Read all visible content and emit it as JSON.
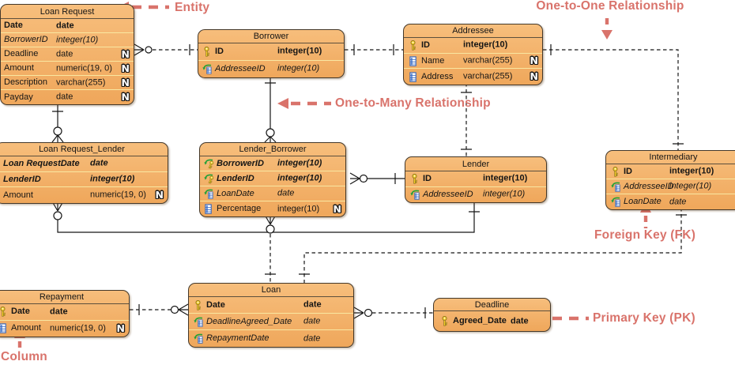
{
  "diagram": {
    "kind": "entity-relationship-diagram"
  },
  "tables": [
    {
      "id": "loan-request",
      "title": "Loan Request",
      "rows": [
        {
          "icon": null,
          "name": "Date",
          "type": "date",
          "style": "bold",
          "nullable": false
        },
        {
          "icon": null,
          "name": "BorrowerID",
          "type": "integer(10)",
          "style": "italic",
          "nullable": false
        },
        {
          "icon": null,
          "name": "Deadline",
          "type": "date",
          "style": "normal",
          "nullable": true
        },
        {
          "icon": null,
          "name": "Amount",
          "type": "numeric(19, 0)",
          "style": "normal",
          "nullable": true
        },
        {
          "icon": null,
          "name": "Description",
          "type": "varchar(255)",
          "style": "normal",
          "nullable": true
        },
        {
          "icon": null,
          "name": "Payday",
          "type": "date",
          "style": "normal",
          "nullable": true
        }
      ]
    },
    {
      "id": "borrower",
      "title": "Borrower",
      "rows": [
        {
          "icon": "pk",
          "name": "ID",
          "type": "integer(10)",
          "style": "bold",
          "nullable": false
        },
        {
          "icon": "fk",
          "name": "AddresseeID",
          "type": "integer(10)",
          "style": "italic",
          "nullable": false
        }
      ]
    },
    {
      "id": "addressee",
      "title": "Addressee",
      "rows": [
        {
          "icon": "pk",
          "name": "ID",
          "type": "integer(10)",
          "style": "bold",
          "nullable": false
        },
        {
          "icon": "col",
          "name": "Name",
          "type": "varchar(255)",
          "style": "normal",
          "nullable": true
        },
        {
          "icon": "col",
          "name": "Address",
          "type": "varchar(255)",
          "style": "normal",
          "nullable": true
        }
      ]
    },
    {
      "id": "loan-request-lender",
      "title": "Loan Request_Lender",
      "rows": [
        {
          "icon": null,
          "name": "Loan RequestDate",
          "type": "date",
          "style": "bolditalic",
          "nullable": false
        },
        {
          "icon": null,
          "name": "LenderID",
          "type": "integer(10)",
          "style": "bolditalic",
          "nullable": false
        },
        {
          "icon": null,
          "name": "Amount",
          "type": "numeric(19, 0)",
          "style": "normal",
          "nullable": true
        }
      ]
    },
    {
      "id": "lender-borrower",
      "title": "Lender_Borrower",
      "rows": [
        {
          "icon": "pkfk",
          "name": "BorrowerID",
          "type": "integer(10)",
          "style": "bolditalic",
          "nullable": false
        },
        {
          "icon": "pkfk",
          "name": "LenderID",
          "type": "integer(10)",
          "style": "bolditalic",
          "nullable": false
        },
        {
          "icon": "fk",
          "name": "LoanDate",
          "type": "date",
          "style": "italic",
          "nullable": false
        },
        {
          "icon": "col",
          "name": "Percentage",
          "type": "integer(10)",
          "style": "normal",
          "nullable": true
        }
      ]
    },
    {
      "id": "lender",
      "title": "Lender",
      "rows": [
        {
          "icon": "pk",
          "name": "ID",
          "type": "integer(10)",
          "style": "bold",
          "nullable": false
        },
        {
          "icon": "fk",
          "name": "AddresseeID",
          "type": "integer(10)",
          "style": "italic",
          "nullable": false
        }
      ]
    },
    {
      "id": "intermediary",
      "title": "Intermediary",
      "rows": [
        {
          "icon": "pk",
          "name": "ID",
          "type": "integer(10)",
          "style": "bold",
          "nullable": false
        },
        {
          "icon": "fk",
          "name": "AddresseeID",
          "type": "integer(10)",
          "style": "italic",
          "nullable": false
        },
        {
          "icon": "fk",
          "name": "LoanDate",
          "type": "date",
          "style": "italic",
          "nullable": false
        }
      ]
    },
    {
      "id": "repayment",
      "title": "Repayment",
      "rows": [
        {
          "icon": "pk",
          "name": "Date",
          "type": "date",
          "style": "bold",
          "nullable": false
        },
        {
          "icon": "col",
          "name": "Amount",
          "type": "numeric(19, 0)",
          "style": "normal",
          "nullable": true
        }
      ]
    },
    {
      "id": "loan",
      "title": "Loan",
      "rows": [
        {
          "icon": "pk",
          "name": "Date",
          "type": "date",
          "style": "bold",
          "nullable": false
        },
        {
          "icon": "fk",
          "name": "DeadlineAgreed_Date",
          "type": "date",
          "style": "italic",
          "nullable": false
        },
        {
          "icon": "fk",
          "name": "RepaymentDate",
          "type": "date",
          "style": "italic",
          "nullable": false
        }
      ]
    },
    {
      "id": "deadline",
      "title": "Deadline",
      "rows": [
        {
          "icon": "pk",
          "name": "Agreed_Date",
          "type": "date",
          "style": "bold",
          "nullable": false
        }
      ]
    }
  ],
  "annotations": [
    {
      "id": "entity",
      "label": "Entity"
    },
    {
      "id": "one-to-one",
      "label": "One-to-One Relationship"
    },
    {
      "id": "one-to-many",
      "label": "One-to-Many Relationship"
    },
    {
      "id": "foreign-key",
      "label": "Foreign Key (FK)"
    },
    {
      "id": "primary-key",
      "label": "Primary Key (PK)"
    },
    {
      "id": "column",
      "label": "Column"
    }
  ],
  "legend": {
    "nullable_marker": "N",
    "icon_names": {
      "pk": "primary-key-icon",
      "fk": "foreign-key-icon",
      "pkfk": "primary-and-foreign-key-icon",
      "col": "column-icon",
      "nullable": "nullable-icon"
    }
  },
  "colors": {
    "table_fill_top": "#F7BE7C",
    "table_fill_bottom": "#EFA75B",
    "table_border": "#44382A",
    "row_divider": "#F9E7A1",
    "annotation": "#D9736B",
    "relationship_line": "#161616",
    "pk_icon": "#F4CE26",
    "fk_arrow": "#21A038",
    "column_icon": "#3465BD"
  }
}
